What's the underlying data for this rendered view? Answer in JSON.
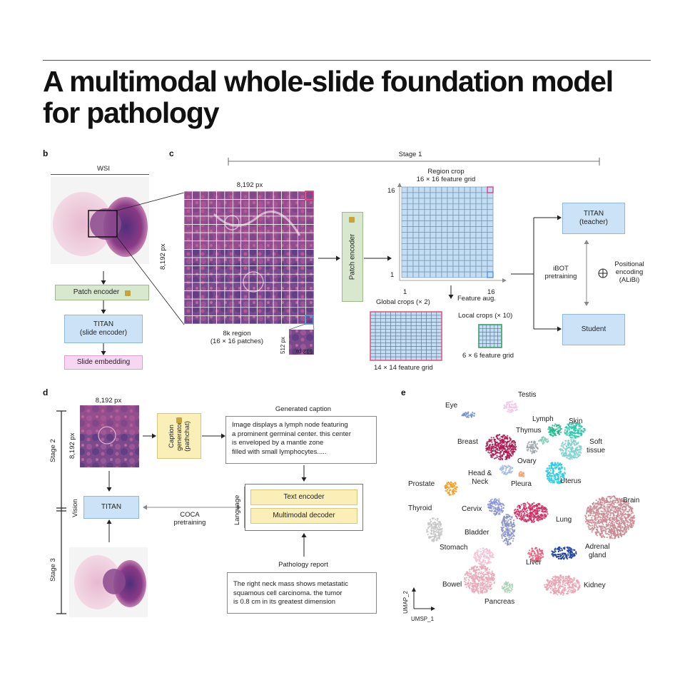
{
  "title": {
    "line1": "A multimodal whole-slide foundation model",
    "line2": "for pathology"
  },
  "panel_b": {
    "label": "b",
    "wsi_label": "WSI",
    "patch_encoder": "Patch encoder",
    "titan_line1": "TITAN",
    "titan_line2": "(slide encoder)",
    "slide_embedding": "Slide embedding"
  },
  "panel_c": {
    "label": "c",
    "stage1": "Stage 1",
    "px_top": "8,192 px",
    "px_side": "8,192 px",
    "region_line1": "8k region",
    "region_line2": "(16 × 16 patches)",
    "patch_px_v": "512 px",
    "patch_px_h": "512 px",
    "patch_encoder": "Patch encoder",
    "region_crop_line1": "Region crop",
    "region_crop_line2": "16 × 16 feature grid",
    "axis_16_top": "16",
    "axis_1_left": "1",
    "axis_1_bottom": "1",
    "axis_16_right": "16",
    "feature_aug": "Feature aug.",
    "global_crops": "Global crops (× 2)",
    "global_grid": "14 × 14 feature grid",
    "local_crops": "Local crops (× 10)",
    "local_grid": "6 × 6 feature grid",
    "teacher_line1": "TITAN",
    "teacher_line2": "(teacher)",
    "ibot_line1": "iBOT",
    "ibot_line2": "pretraining",
    "pos_line1": "Positional",
    "pos_line2": "encoding",
    "pos_line3": "(ALiBi)",
    "student": "Student"
  },
  "panel_d": {
    "label": "d",
    "px_top": "8,192 px",
    "px_side": "8,192 px",
    "stage2": "Stage 2",
    "stage3": "Stage 3",
    "vision": "Vision",
    "titan": "TITAN",
    "caption_gen_line1": "Caption",
    "caption_gen_line2": "generator",
    "caption_gen_line3": "(pathchat)",
    "generated_caption": "Generated caption",
    "caption_lines": [
      "Image displays a lymph node featuring",
      "a prominent germinal center. this center",
      "is enveloped by a mantle zone",
      "filled with small lymphocytes....."
    ],
    "language": "Language",
    "text_encoder": "Text encoder",
    "multimodal_decoder": "Multimodal decoder",
    "coca_line1": "COCA",
    "coca_line2": "pretraining",
    "pathology_report": "Pathology report",
    "report_lines": [
      "The right neck mass shows metastatic",
      "squamous cell carcinoma. the tumor",
      "is 0.8 cm in its greatest dimension"
    ]
  },
  "panel_e": {
    "label": "e",
    "xlabel": "UMSP_1",
    "ylabel": "UMAP_2",
    "clusters": [
      {
        "name": "Eye",
        "color": "#6f8fd0"
      },
      {
        "name": "Testis",
        "color": "#f3c6e3"
      },
      {
        "name": "Lymph",
        "color": "#21b58a"
      },
      {
        "name": "Skin",
        "color": "#24c7a7"
      },
      {
        "name": "Thymus",
        "color": "#86cdb5"
      },
      {
        "name": "Breast",
        "color": "#a8164f"
      },
      {
        "name": "Soft tissue",
        "color": "#7fd0cc"
      },
      {
        "name": "Ovary",
        "color": "#9aa3a6"
      },
      {
        "name": "Head & Neck",
        "color": "#9db8e4"
      },
      {
        "name": "Pleura",
        "color": "#f2a97a"
      },
      {
        "name": "Uterus",
        "color": "#2bc8dd"
      },
      {
        "name": "Prostate",
        "color": "#f39a1b"
      },
      {
        "name": "Brain",
        "color": "#c98a92"
      },
      {
        "name": "Thyroid",
        "color": "#c6c6c6"
      },
      {
        "name": "Cervix",
        "color": "#8a91d8"
      },
      {
        "name": "Lung",
        "color": "#cc2a5e"
      },
      {
        "name": "Bladder",
        "color": "#8890c6"
      },
      {
        "name": "Stomach",
        "color": "#f0c3d3"
      },
      {
        "name": "Adrenal gland",
        "color": "#1b3d9a"
      },
      {
        "name": "Liver",
        "color": "#e05c79"
      },
      {
        "name": "Bowel",
        "color": "#e8a8b6"
      },
      {
        "name": "Kidney",
        "color": "#e8a2b0"
      },
      {
        "name": "Pancreas",
        "color": "#a6d3b3"
      }
    ]
  }
}
